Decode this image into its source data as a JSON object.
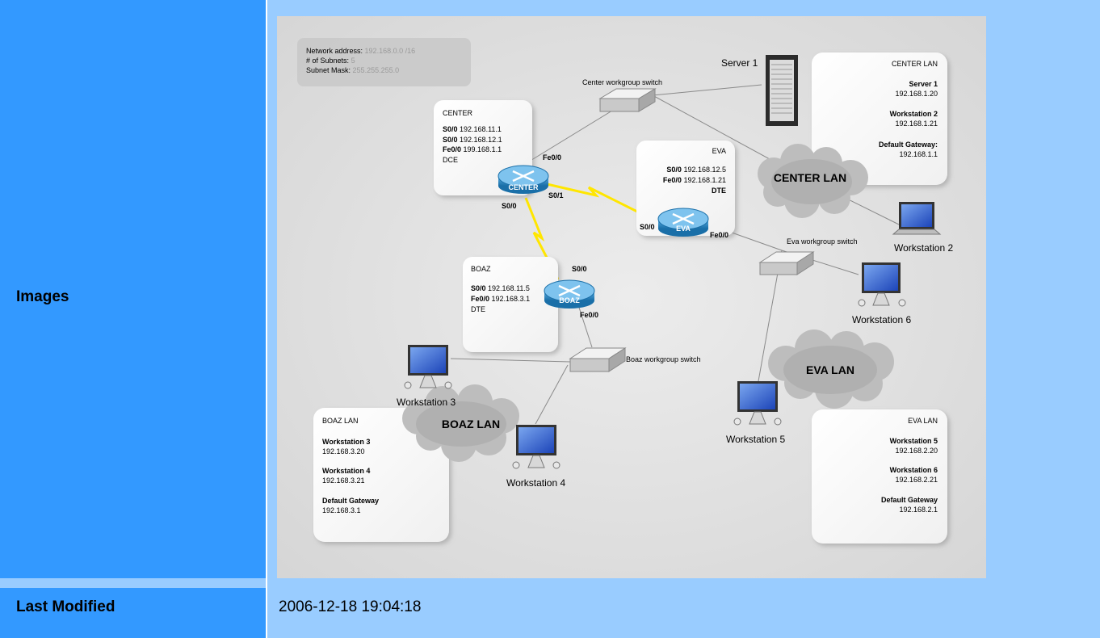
{
  "table": {
    "rows": [
      {
        "label": "Images"
      },
      {
        "label": "Last Modified",
        "value": "2006-12-18 19:04:18"
      }
    ]
  },
  "colors": {
    "header_bg": "#3399ff",
    "value_bg": "#99ccff",
    "diagram_bg": "#e1e1e1",
    "serial_link": "#ffe600"
  },
  "diagram": {
    "summary": {
      "network_label": "Network address:",
      "network_value": "192.168.0.0 /16",
      "subnets_label": "# of Subnets:",
      "subnets_value": "5",
      "mask_label": "Subnet Mask:",
      "mask_value": "255.255.255.0"
    },
    "center_box": {
      "title": "CENTER",
      "l1k": "S0/0",
      "l1v": "192.168.11.1",
      "l2k": "S0/0",
      "l2v": "192.168.12.1",
      "l3k": "Fe0/0",
      "l3v": "199.168.1.1",
      "l4": "DCE"
    },
    "eva_box": {
      "title": "EVA",
      "l1k": "S0/0",
      "l1v": "192.168.12.5",
      "l2k": "Fe0/0",
      "l2v": "192.168.1.21",
      "l3": "DTE"
    },
    "boaz_box": {
      "title": "BOAZ",
      "l1k": "S0/0",
      "l1v": "192.168.11.5",
      "l2k": "Fe0/0",
      "l2v": "192.168.3.1",
      "l3": "DTE"
    },
    "center_lan_box": {
      "title": "CENTER LAN",
      "h1": "Server 1",
      "v1": "192.168.1.20",
      "h2": "Workstation 2",
      "v2": "192.168.1.21",
      "h3": "Default Gateway:",
      "v3": "192.168.1.1"
    },
    "boaz_lan_box": {
      "title": "BOAZ LAN",
      "h1": "Workstation 3",
      "v1": "192.168.3.20",
      "h2": "Workstation 4",
      "v2": "192.168.3.21",
      "h3": "Default Gateway",
      "v3": "192.168.3.1"
    },
    "eva_lan_box": {
      "title": "EVA LAN",
      "h1": "Workstation 5",
      "v1": "192.168.2.20",
      "h2": "Workstation 6",
      "v2": "192.168.2.21",
      "h3": "Default Gateway",
      "v3": "192.168.2.1"
    },
    "routers": {
      "center": "CENTER",
      "eva": "EVA",
      "boaz": "BOAZ"
    },
    "ports": {
      "center_fe": "Fe0/0",
      "center_s01": "S0/1",
      "center_s00": "S0/0",
      "eva_s00": "S0/0",
      "eva_fe": "Fe0/0",
      "boaz_s00": "S0/0",
      "boaz_fe": "Fe0/0"
    },
    "switches": {
      "center": "Center workgroup switch",
      "eva": "Eva workgroup switch",
      "boaz": "Boaz workgroup switch"
    },
    "clouds": {
      "center": "CENTER LAN",
      "eva": "EVA LAN",
      "boaz": "BOAZ LAN"
    },
    "devices": {
      "server1": "Server 1",
      "ws2": "Workstation 2",
      "ws3": "Workstation 3",
      "ws4": "Workstation 4",
      "ws5": "Workstation 5",
      "ws6": "Workstation 6"
    }
  }
}
